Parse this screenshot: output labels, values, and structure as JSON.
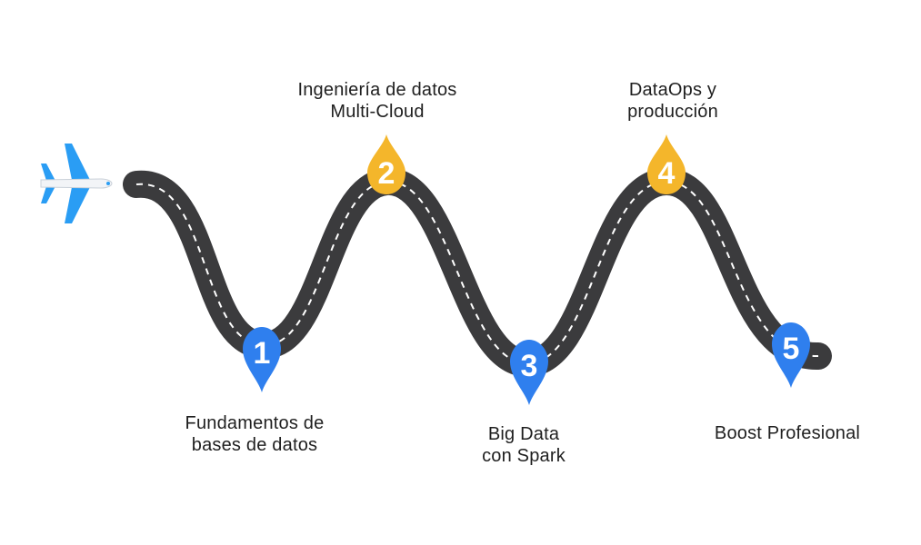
{
  "milestones": [
    {
      "number": "1",
      "lines": [
        "Fundamentos de",
        "bases de datos"
      ],
      "color": "#2f7fee"
    },
    {
      "number": "2",
      "lines": [
        "Ingeniería de datos",
        "Multi-Cloud"
      ],
      "color": "#f4b62b"
    },
    {
      "number": "3",
      "lines": [
        "Big Data",
        "con Spark"
      ],
      "color": "#2f7fee"
    },
    {
      "number": "4",
      "lines": [
        "DataOps y",
        "producción"
      ],
      "color": "#f4b62b"
    },
    {
      "number": "5",
      "lines": [
        "Boost Profesional"
      ],
      "color": "#2f7fee"
    }
  ],
  "colors": {
    "road": "#3b3b3d",
    "road_dash": "#ffffff",
    "airplane_body": "#f2f4f7",
    "airplane_wing": "#2a9df4"
  },
  "icons": {
    "airplane": "airplane-icon",
    "pin": "map-pin-icon"
  }
}
